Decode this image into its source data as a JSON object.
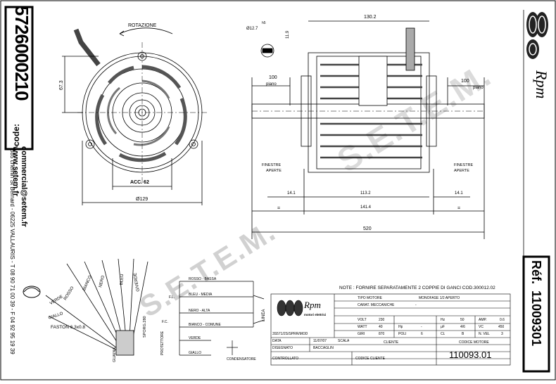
{
  "left_panel": {
    "code_label": "code:",
    "code_value": "5726000210",
    "website": "www.setem.fr",
    "email": "commercial@setem.fr",
    "address": "885 chemin St Bernard - 06225 VALLAURIS - T 08 90 71 00 39 - F 04 92 95 19 39"
  },
  "right_panel": {
    "brand": "Rpm",
    "ref_label": "Réf.",
    "ref_value": "11009301"
  },
  "front_view": {
    "rotation_label": "ROTAZIONE",
    "dim_height": "67.3",
    "acc_label": "ACC. 62",
    "diameter_label": "Ø129"
  },
  "side_view": {
    "overall_width": "130.2",
    "shaft_diameter": "Ø12.7",
    "tolerance": "h5",
    "key_height": "11.9",
    "left_shaft": "100",
    "right_shaft": "100",
    "flat_label_left": "piano",
    "flat_label_right": "piano",
    "windows_left_1": "FINESTRE",
    "windows_left_2": "APERTE",
    "windows_right_1": "FINESTRE",
    "windows_right_2": "APERTE",
    "dim_14_1_left": "14.1",
    "dim_113_2": "113.2",
    "dim_14_1_right": "14.1",
    "dim_141_4": "141.4",
    "dim_520": "520",
    "eq_mark": "="
  },
  "wiring": {
    "wires": [
      "ROSSO",
      "BIANCO",
      "NERO",
      "BLEU",
      "G/VERDE",
      "VERDE",
      "GIALLO"
    ],
    "faston_label": "FASTON 6.3x0.8",
    "sheath_label": "GUAINA",
    "cable_label": "SPORG.280",
    "schema": [
      "ROSSO - BASSA",
      "BLEU - MEDIA",
      "NERO - ALTA",
      "BIANCO - COMUNE",
      "VERDE",
      "GIALLO"
    ],
    "linea": "LINEA",
    "fl": "F.L.",
    "fc": "F.C.",
    "cond": "CONDENSATORE",
    "prot": "PROTETTORE"
  },
  "note": "NOTE : FORNIRE SEPARATAMENTE 2 COPPIE DI GANCI COD.300012.02",
  "title_block": {
    "brand": "Rpm",
    "brand_sub": "motori elettrici",
    "tipo_motore_label": "TIPO MOTORE",
    "tipo_motore_value": "MONOFASE 1/2 APERTO",
    "carat_label": "CARAT. MECCANICHE",
    "carat_value": "-",
    "volt_label": "VOLT",
    "volt_value": "230",
    "hz_label": "Hz",
    "hz_value": "50",
    "amp_label": "AMP.",
    "amp_value": "0.6",
    "watt_label": "WATT",
    "watt_value": "40",
    "hp_label": "Hp",
    "hp_value": "-",
    "uf_label": "μF",
    "uf_value": "4/6",
    "vc_label": "VC",
    "vc_value": "450",
    "giri_label": "GIRI",
    "giri_value": "870",
    "poli_label": "POLI",
    "poli_value": "6",
    "cl_label": "CL",
    "cl_value": "B",
    "vel_label": "N. VEL",
    "vel_value": "3",
    "file_label": "3S571/2S/SPRR/MOD",
    "data_label": "DATA",
    "data_value": "11/07/07",
    "scala_label": "SCALA",
    "cliente_label": "CLIENTE",
    "codice_motore_label": "CODICE MOTORE",
    "codice_motore_value": "110093.01",
    "disegnato_label": "DISEGNATO",
    "disegnato_value": "BACCAGLIN",
    "controllato_label": "CONTROLLATO",
    "codice_cliente_label": "CODICE CLIENTE"
  },
  "watermark": "S.E.T.E.M."
}
